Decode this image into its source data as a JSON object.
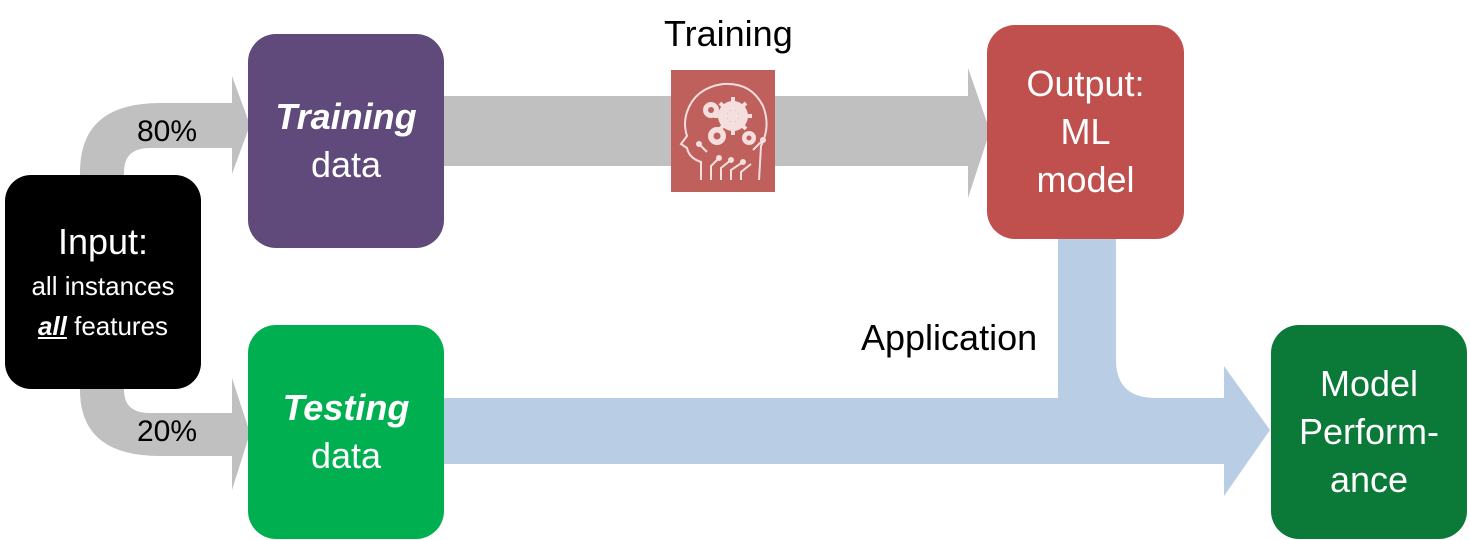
{
  "colors": {
    "gray_arrow": "#c0c0c0",
    "blue_arrow": "#b9cde4",
    "input_box": "#000000",
    "training_box": "#604a7b",
    "testing_box": "#00b050",
    "output_box": "#c0504d",
    "performance_box": "#0b7a38",
    "brain_icon_bg": "#c0605d"
  },
  "input": {
    "title": "Input:",
    "line1": "all instances",
    "line2_emph": "all",
    "line2_rest": " features"
  },
  "split": {
    "train_pct": "80%",
    "test_pct": "20%"
  },
  "training_data": {
    "emph": "Training",
    "rest": "data"
  },
  "testing_data": {
    "emph": "Testing",
    "rest": "data"
  },
  "training_step": {
    "label": "Training",
    "icon": "brain-gears-icon"
  },
  "output": {
    "line1": "Output:",
    "line2": "ML",
    "line3": "model"
  },
  "application": {
    "label": "Application"
  },
  "performance": {
    "line1": "Model",
    "line2": "Perform-",
    "line3": "ance"
  }
}
